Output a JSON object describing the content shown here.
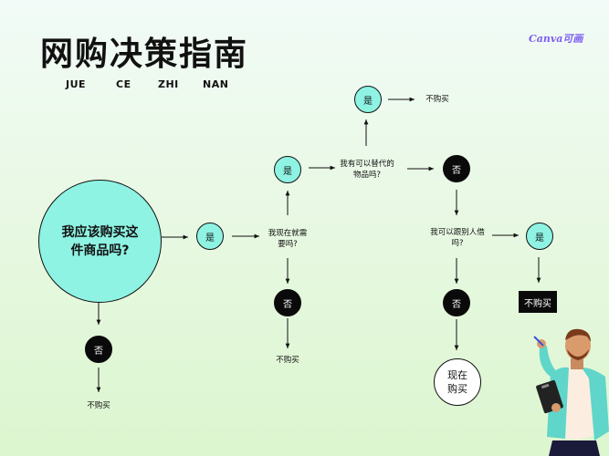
{
  "title": "网购决策指南",
  "pinyin": [
    "JUE",
    "CE",
    "ZHI",
    "NAN"
  ],
  "logo": "Canva可画",
  "nodes": {
    "start": "我应该购买这件商品吗?",
    "yes": "是",
    "no": "否",
    "q_now": "我现在就需要吗?",
    "q_sub": "我有可以替代的物品吗?",
    "q_borrow": "我可以跟别人借吗?",
    "buy_now": "现在购买",
    "dont_buy": "不购买"
  },
  "colors": {
    "accent": "#8ef3e3",
    "dark": "#0a0a0a",
    "line": "#111111"
  }
}
